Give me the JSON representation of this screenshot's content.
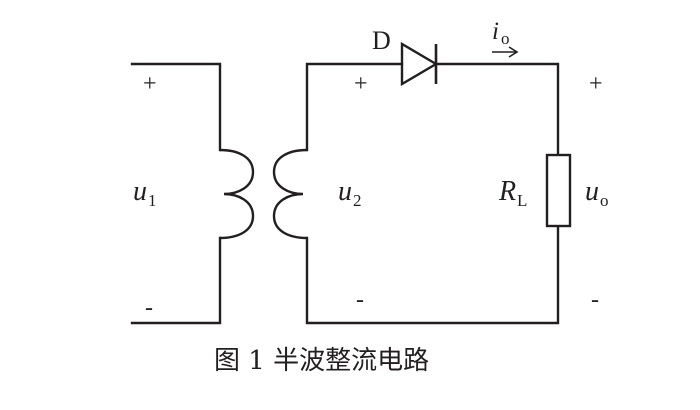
{
  "labels": {
    "primary_voltage": "u",
    "primary_voltage_sub": "1",
    "secondary_voltage": "u",
    "secondary_voltage_sub": "2",
    "diode": "D",
    "current": "i",
    "current_sub": "o",
    "load": "R",
    "load_sub": "L",
    "output_voltage": "u",
    "output_voltage_sub": "o"
  },
  "polarity": {
    "primary_plus": "+",
    "primary_minus": "-",
    "secondary_plus": "+",
    "secondary_minus": "-",
    "output_plus": "+",
    "output_minus": "-"
  },
  "caption": "图 1 半波整流电路"
}
